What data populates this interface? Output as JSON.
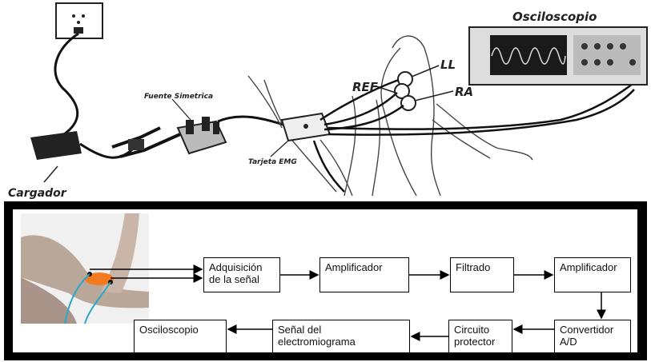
{
  "scene": {
    "labels": {
      "oscilloscope": "Osciloscopio",
      "ll": "LL",
      "ref": "REF",
      "ra": "RA",
      "power_supply": "Fuente Simetrica",
      "emg_board": "Tarjeta EMG",
      "charger": "Cargador"
    }
  },
  "diagram": {
    "blocks": {
      "acquisition": "Adquisición\nde la señal",
      "amplifier1": "Amplificador",
      "filter": "Filtrado",
      "amplifier2": "Amplificador",
      "adc": "Convertidor\nA/D",
      "protection": "Circuito\nprotector",
      "emg_signal": "Señal del\nelectromiograma",
      "oscilloscope": "Osciloscopio"
    }
  }
}
